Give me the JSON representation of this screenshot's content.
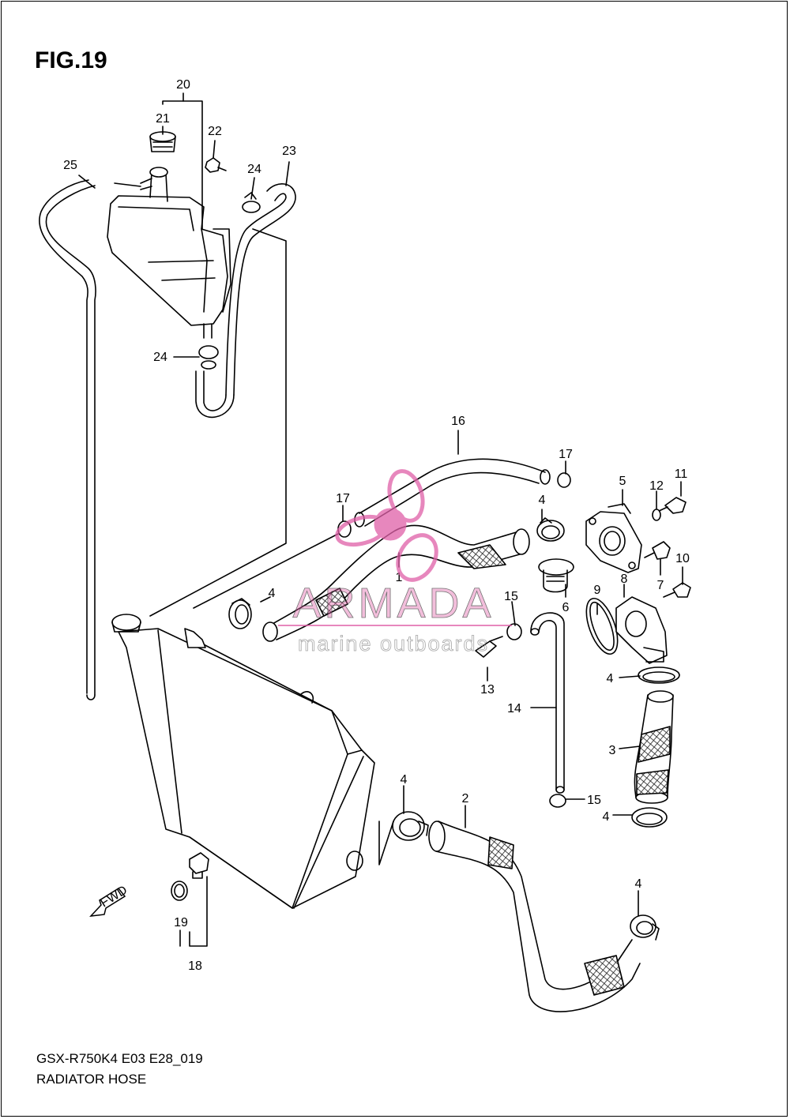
{
  "figure": {
    "title": "FIG.19",
    "code": "GSX-R750K4 E03 E28_019",
    "name": "RADIATOR HOSE"
  },
  "callouts": [
    "1",
    "2",
    "3",
    "4",
    "4",
    "4",
    "4",
    "4",
    "5",
    "6",
    "7",
    "8",
    "9",
    "10",
    "11",
    "12",
    "13",
    "14",
    "15",
    "15",
    "16",
    "17",
    "17",
    "18",
    "19",
    "20",
    "21",
    "22",
    "23",
    "24",
    "24",
    "25"
  ],
  "direction_badge": "FWD",
  "watermark": {
    "brand": "ARMADA",
    "tagline": "marine outboards",
    "color": "#e060a8"
  }
}
